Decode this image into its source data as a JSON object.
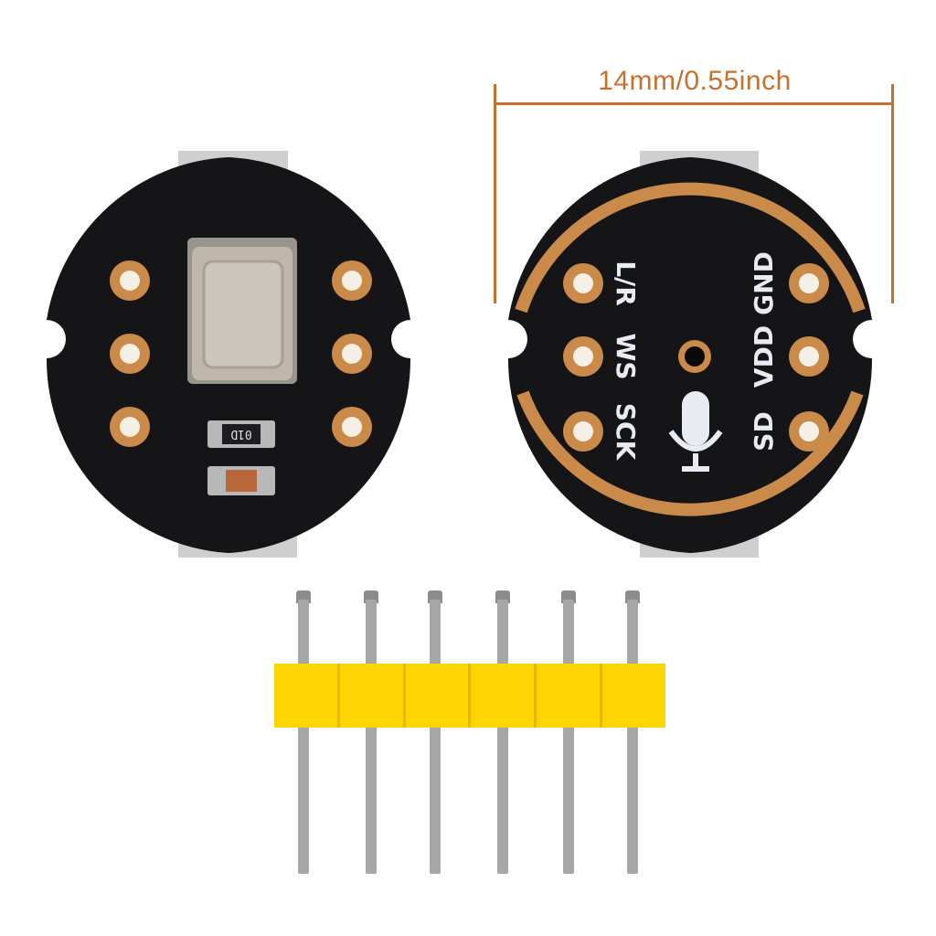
{
  "dimension": {
    "label": "14mm/0.55inch",
    "color": "#c8702e"
  },
  "front_board": {
    "pcb_color": "#151518",
    "pad_color": "#c98a4a",
    "mic_can_color": "#c7c2b6",
    "resistor_marking": "01D",
    "pads_left": 3,
    "pads_right": 3
  },
  "back_board": {
    "pcb_color": "#151518",
    "ring_color": "#c98a4a",
    "labels_left": [
      "L/R",
      "WS",
      "SCK"
    ],
    "labels_right": [
      "GND",
      "VDD",
      "SD"
    ],
    "icon": "microphone-icon"
  },
  "pin_header": {
    "pin_count": 6,
    "housing_color": "#fcd503",
    "pin_color": "#a7a7a7"
  }
}
